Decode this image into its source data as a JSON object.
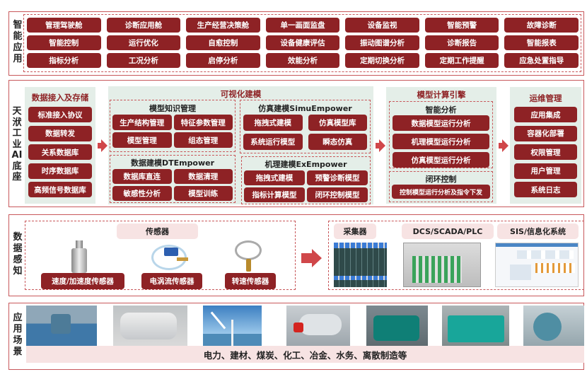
{
  "colors": {
    "accent": "#8e2225",
    "border": "#c8585b",
    "panel": "#e4eee8",
    "tab": "#f7e3e3"
  },
  "apps": {
    "label": "智能应用",
    "items": [
      "管理驾驶舱",
      "诊断应用舱",
      "生产经营决策舱",
      "单一画面监盘",
      "设备监视",
      "智能预警",
      "故障诊断",
      "智能控制",
      "运行优化",
      "自愈控制",
      "设备健康评估",
      "振动图谱分析",
      "诊断报告",
      "智能报表",
      "指标分析",
      "工况分析",
      "启停分析",
      "效能分析",
      "定期切换分析",
      "定期工作提醒",
      "应急处置指导"
    ]
  },
  "platform": {
    "label": "天洑工业AI底座",
    "ingest": {
      "title": "数据接入及存储",
      "items": [
        "标准接入协议",
        "数据转发",
        "关系数据库",
        "时序数据库",
        "高频信号数据库"
      ]
    },
    "modeling": {
      "title": "可视化建模",
      "knowledge": {
        "title": "模型知识管理",
        "items": [
          "生产结构管理",
          "特征参数管理",
          "模型管理",
          "组态管理"
        ]
      },
      "simu": {
        "title": "仿真建模SimuEmpower",
        "items": [
          "拖拽式建模",
          "仿真模型库",
          "系统运行模型",
          "瞬态仿真"
        ]
      },
      "dt": {
        "title": "数据建模DTEmpower",
        "items": [
          "数据库直连",
          "数据清理",
          "敏感性分析",
          "模型训练"
        ]
      },
      "ex": {
        "title": "机理建模ExEmpower",
        "items": [
          "拖拽式建模",
          "预警诊断模型",
          "指标计算模型",
          "闭环控制模型"
        ]
      }
    },
    "engine": {
      "title": "模型计算引擎",
      "smart": {
        "title": "智能分析",
        "items": [
          "数据模型运行分析",
          "机理模型运行分析",
          "仿真模型运行分析"
        ]
      },
      "closed": {
        "title": "闭环控制",
        "items": [
          "控制模型运行分析及指令下发"
        ]
      }
    },
    "ops": {
      "title": "运维管理",
      "items": [
        "应用集成",
        "容器化部署",
        "权限管理",
        "用户管理",
        "系统日志"
      ]
    }
  },
  "perception": {
    "label": "数据感知",
    "sensors": {
      "title": "传感器",
      "items": [
        "速度/加速度传感器",
        "电涡流传感器",
        "转速传感器"
      ]
    },
    "systems": [
      "采集器",
      "DCS/SCADA/PLC",
      "SIS/信息化系统"
    ]
  },
  "scenes": {
    "label": "应用场景",
    "images": [
      "hydro-turbine",
      "generator",
      "wind-turbine",
      "boiler",
      "steam-turbine",
      "diesel-generator",
      "pump"
    ],
    "caption": "电力、建材、煤炭、化工、冶金、水务、离散制造等"
  }
}
